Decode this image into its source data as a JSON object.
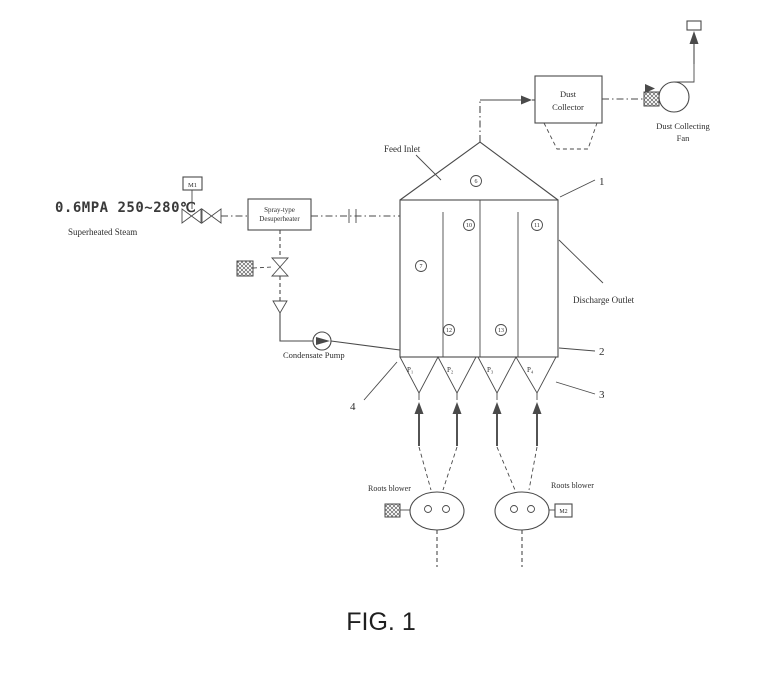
{
  "figure": {
    "caption": "FIG. 1",
    "colors": {
      "ink": "#4a4a4a",
      "background": "#ffffff"
    },
    "steam": {
      "spec": "0.6MPA 250~280℃",
      "label": "Superheated Steam",
      "motor1": "M1"
    },
    "desuperheater": {
      "name_line1": "Spray-type",
      "name_line2": "Desuperheater"
    },
    "condensate_pump_label": "Condensate Pump",
    "feed_inlet_label": "Feed Inlet",
    "dust_collector": {
      "line1": "Dust",
      "line2": "Collector"
    },
    "dust_fan": {
      "line1": "Dust Collecting",
      "line2": "Fan"
    },
    "discharge_outlet_label": "Discharge Outlet",
    "refs": {
      "r1": "1",
      "r2": "2",
      "r3": "3",
      "r4": "4"
    },
    "hopper_labels": {
      "p1": "P₁",
      "p2": "P₂",
      "p3": "P₃",
      "p4": "P₄"
    },
    "blowers": {
      "left_label": "Roots blower",
      "right_label": "Roots blower",
      "motor2": "M2"
    },
    "vessel_marks": {
      "m_roof": "6",
      "m_upper_left": "10",
      "m_upper_right": "11",
      "m_mid_left": "7",
      "m_lower_left": "12",
      "m_lower_right": "13"
    }
  }
}
